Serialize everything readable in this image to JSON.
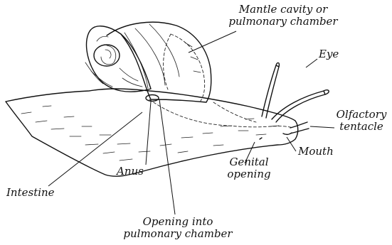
{
  "labels": {
    "mantle_cavity_line1": "Mantle cavity or",
    "mantle_cavity_line2": "pulmonary chamber",
    "eye": "Eye",
    "olfactory_line1": "Olfactory",
    "olfactory_line2": "tentacle",
    "mouth": "Mouth",
    "genital_line1": "Genital",
    "genital_line2": "opening",
    "anus": "Anus",
    "intestine": "Intestine",
    "opening_line1": "Opening into",
    "opening_line2": "pulmonary chamber"
  },
  "colors": {
    "ink": "#111111",
    "background": "#ffffff"
  }
}
